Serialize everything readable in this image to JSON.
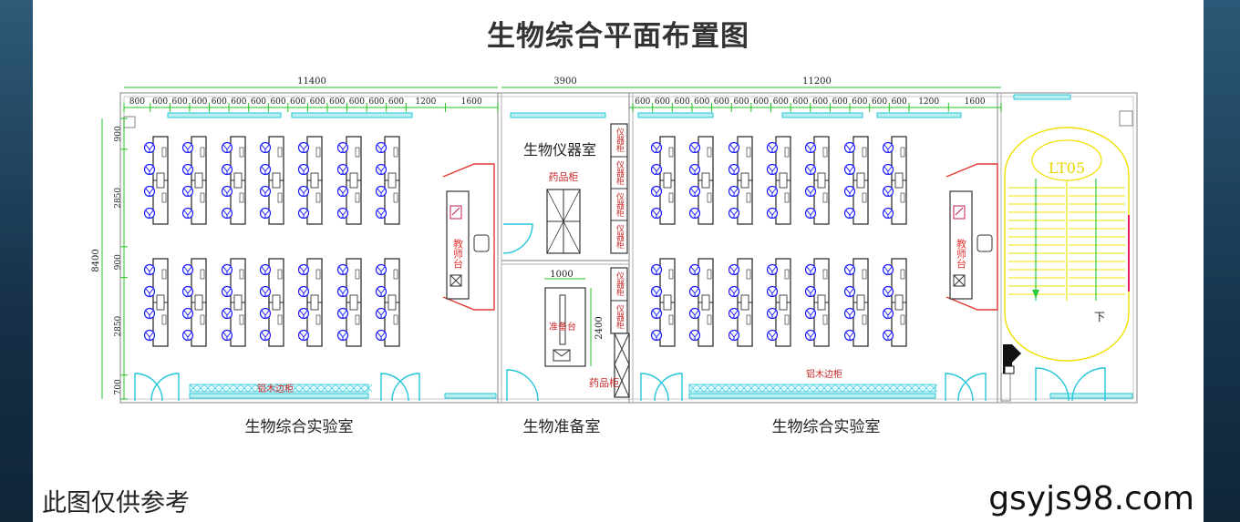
{
  "title": "生物综合平面布置图",
  "note": "此图仅供参考",
  "watermark": "gsyjs98.com",
  "dims": {
    "left_total": "11400",
    "middle_total": "3900",
    "right_total": "11200",
    "left_cells": [
      "800",
      "600",
      "600",
      "600",
      "600",
      "600",
      "600",
      "600",
      "600",
      "600",
      "600",
      "600",
      "600",
      "600",
      "1200",
      "1600"
    ],
    "right_cells": [
      "600",
      "600",
      "600",
      "600",
      "600",
      "600",
      "600",
      "600",
      "600",
      "600",
      "600",
      "600",
      "600",
      "600",
      "1200",
      "1600"
    ],
    "height_total": "8400",
    "vertical": [
      "900",
      "2850",
      "900",
      "2850",
      "700"
    ],
    "prep_width": "1000",
    "prep_height": "2400"
  },
  "rooms": {
    "left_lab": "生物综合实验室",
    "right_lab": "生物综合实验室",
    "instrument": "生物仪器室",
    "prep": "生物准备室"
  },
  "labels": {
    "teacher_desk": "教师台",
    "reagent_cabinet": "药品柜",
    "instrument_cabinet": "仪器柜",
    "prep_table": "准备台",
    "aluminum_cabinet": "铝木边柜",
    "stair_code": "LT05",
    "stair_down": "下"
  }
}
